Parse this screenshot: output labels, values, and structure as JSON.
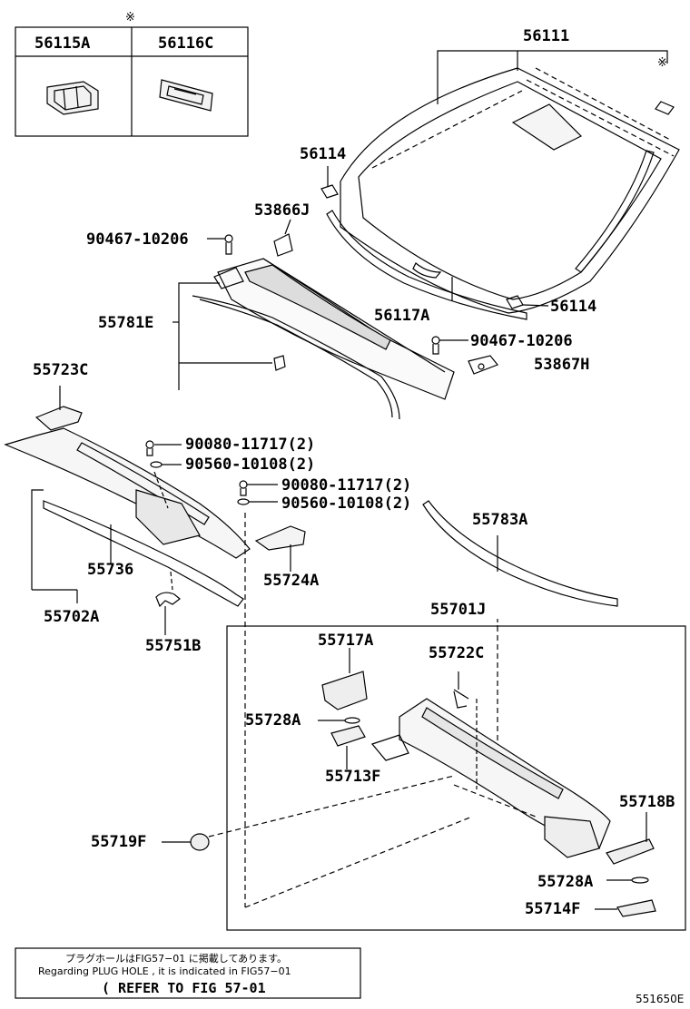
{
  "inset_mark": "※",
  "inset_labels": [
    "56115A",
    "56116C"
  ],
  "parts": {
    "p56111": "56111",
    "p56114a": "56114",
    "p53866j": "53866J",
    "p90467a": "90467-10206",
    "p55781e": "55781E",
    "p56117a": "56117A",
    "p56114b": "56114",
    "p90467b": "90467-10206",
    "p53867h": "53867H",
    "p55723c": "55723C",
    "p90080a": "90080-11717(2)",
    "p90560a": "90560-10108(2)",
    "p90080b": "90080-11717(2)",
    "p90560b": "90560-10108(2)",
    "p55783a": "55783A",
    "p55736": "55736",
    "p55724a": "55724A",
    "p55702a": "55702A",
    "p55701j": "55701J",
    "p55751b": "55751B",
    "p55717a": "55717A",
    "p55722c": "55722C",
    "p55728a1": "55728A",
    "p55713f": "55713F",
    "p55718b": "55718B",
    "p55719f": "55719F",
    "p55728a2": "55728A",
    "p55714f": "55714F"
  },
  "note": {
    "line_jp": "プラグホールはFIG57−01 に掲載してあります。",
    "line_en": "Regarding PLUG HOLE , it is indicated in FIG57−01",
    "refer": "( REFER TO FIG 57-01"
  },
  "figure_id": "551650E"
}
